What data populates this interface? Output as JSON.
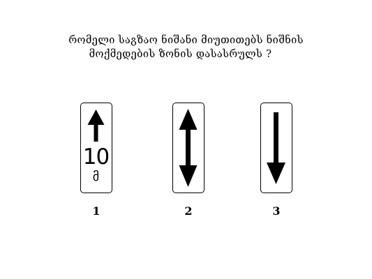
{
  "question": {
    "line1": "რომელი საგზაო ნიშანი მიუთითებს ნიშნის",
    "line2": "მოქმედების ზონის დასასრულს ?"
  },
  "options": [
    {
      "number": "1",
      "arrow": "up",
      "distance_value": "10",
      "distance_unit": "მ"
    },
    {
      "number": "2",
      "arrow": "up-down"
    },
    {
      "number": "3",
      "arrow": "down"
    }
  ],
  "colors": {
    "background": "#ffffff",
    "ink": "#000000"
  }
}
